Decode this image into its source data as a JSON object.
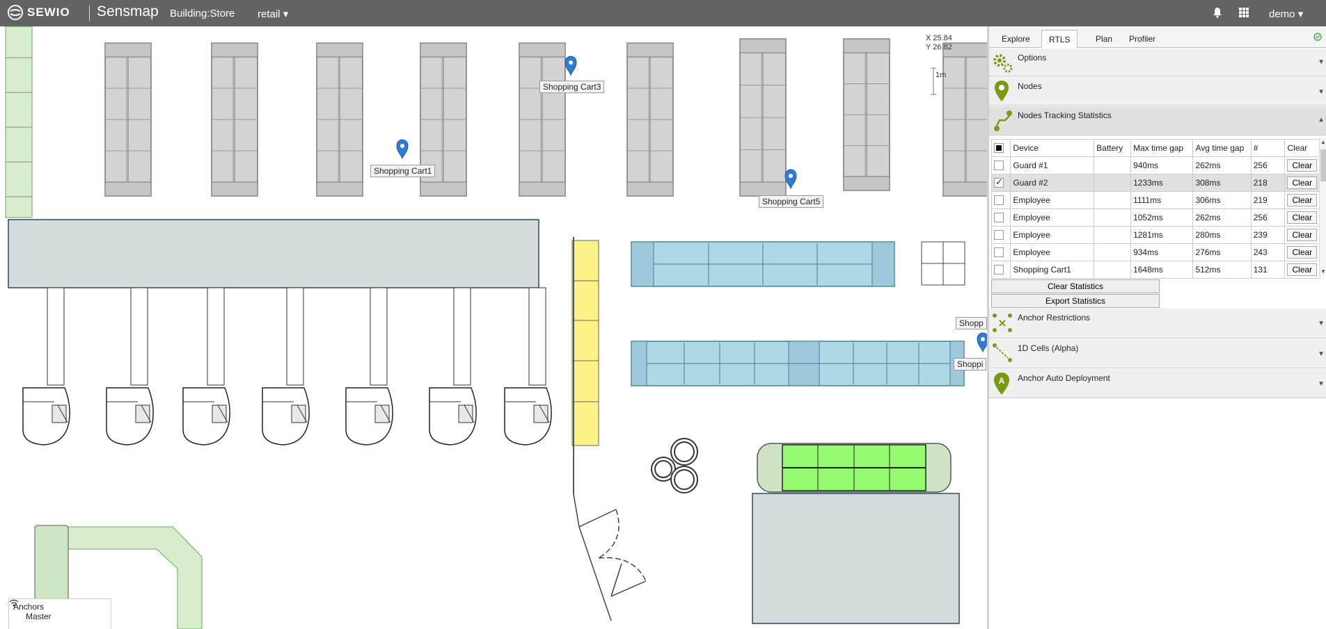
{
  "topbar": {
    "logo_text": "SEWIO",
    "app_name": "Sensmap",
    "building": "Building:Store",
    "project": "retail",
    "user": "demo"
  },
  "map": {
    "coord_x": "X 25.84",
    "coord_y": "Y 26.82",
    "scale_label": "1m",
    "pins": [
      {
        "label": "Shopping Cart3"
      },
      {
        "label": "Shopping Cart1"
      },
      {
        "label": "Shopping Cart5"
      },
      {
        "label": "Shopp"
      },
      {
        "label": "Shoppi"
      }
    ],
    "legend_title": "Anchors",
    "legend_item": "Master"
  },
  "panel": {
    "tabs": [
      "Explore",
      "RTLS",
      "Plan",
      "Profiler"
    ],
    "active_tab": "RTLS",
    "sections": {
      "options": "Options",
      "nodes": "Nodes",
      "tracking": "Nodes Tracking Statistics",
      "anchor_restrictions": "Anchor Restrictions",
      "cells": "1D Cells (Alpha)",
      "auto_deploy": "Anchor Auto Deployment"
    },
    "table": {
      "headers": [
        "Device",
        "Battery",
        "Max time gap",
        "Avg time gap",
        "#",
        "Clear"
      ],
      "rows": [
        {
          "device": "Guard #1",
          "battery": "",
          "max": "940ms",
          "avg": "262ms",
          "count": "256",
          "checked": false
        },
        {
          "device": "Guard #2",
          "battery": "",
          "max": "1233ms",
          "avg": "308ms",
          "count": "218",
          "checked": true
        },
        {
          "device": "Employee",
          "battery": "",
          "max": "1111ms",
          "avg": "306ms",
          "count": "219",
          "checked": false
        },
        {
          "device": "Employee",
          "battery": "",
          "max": "1052ms",
          "avg": "262ms",
          "count": "256",
          "checked": false
        },
        {
          "device": "Employee",
          "battery": "",
          "max": "1281ms",
          "avg": "280ms",
          "count": "239",
          "checked": false
        },
        {
          "device": "Employee",
          "battery": "",
          "max": "934ms",
          "avg": "276ms",
          "count": "243",
          "checked": false
        },
        {
          "device": "Shopping Cart1",
          "battery": "",
          "max": "1648ms",
          "avg": "512ms",
          "count": "131",
          "checked": false
        }
      ],
      "clear_label": "Clear"
    },
    "clear_stats": "Clear Statistics",
    "export_stats": "Export Statistics"
  },
  "colors": {
    "topbar": "#636363",
    "accent": "#7a9a16",
    "pin": "#2f7bd6",
    "shelf_blue": "#add8e6",
    "shelf_yellow": "#fbf387",
    "produce_green": "#94fa6e"
  }
}
